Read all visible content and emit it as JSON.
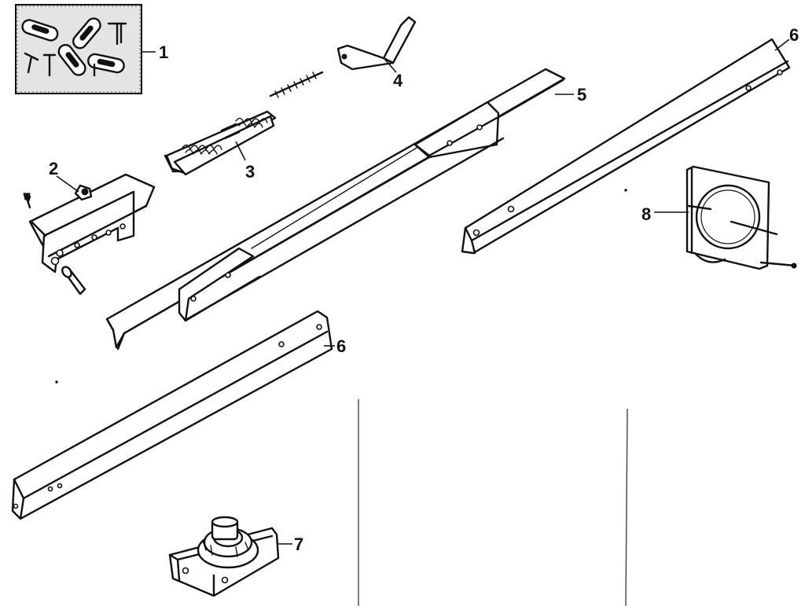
{
  "diagram": {
    "callouts": [
      {
        "id": "1",
        "label": "1"
      },
      {
        "id": "2",
        "label": "2"
      },
      {
        "id": "3",
        "label": "3"
      },
      {
        "id": "4",
        "label": "4"
      },
      {
        "id": "5",
        "label": "5"
      },
      {
        "id": "6a",
        "label": "6"
      },
      {
        "id": "6b",
        "label": "6"
      },
      {
        "id": "7",
        "label": "7"
      },
      {
        "id": "8",
        "label": "8"
      }
    ]
  }
}
